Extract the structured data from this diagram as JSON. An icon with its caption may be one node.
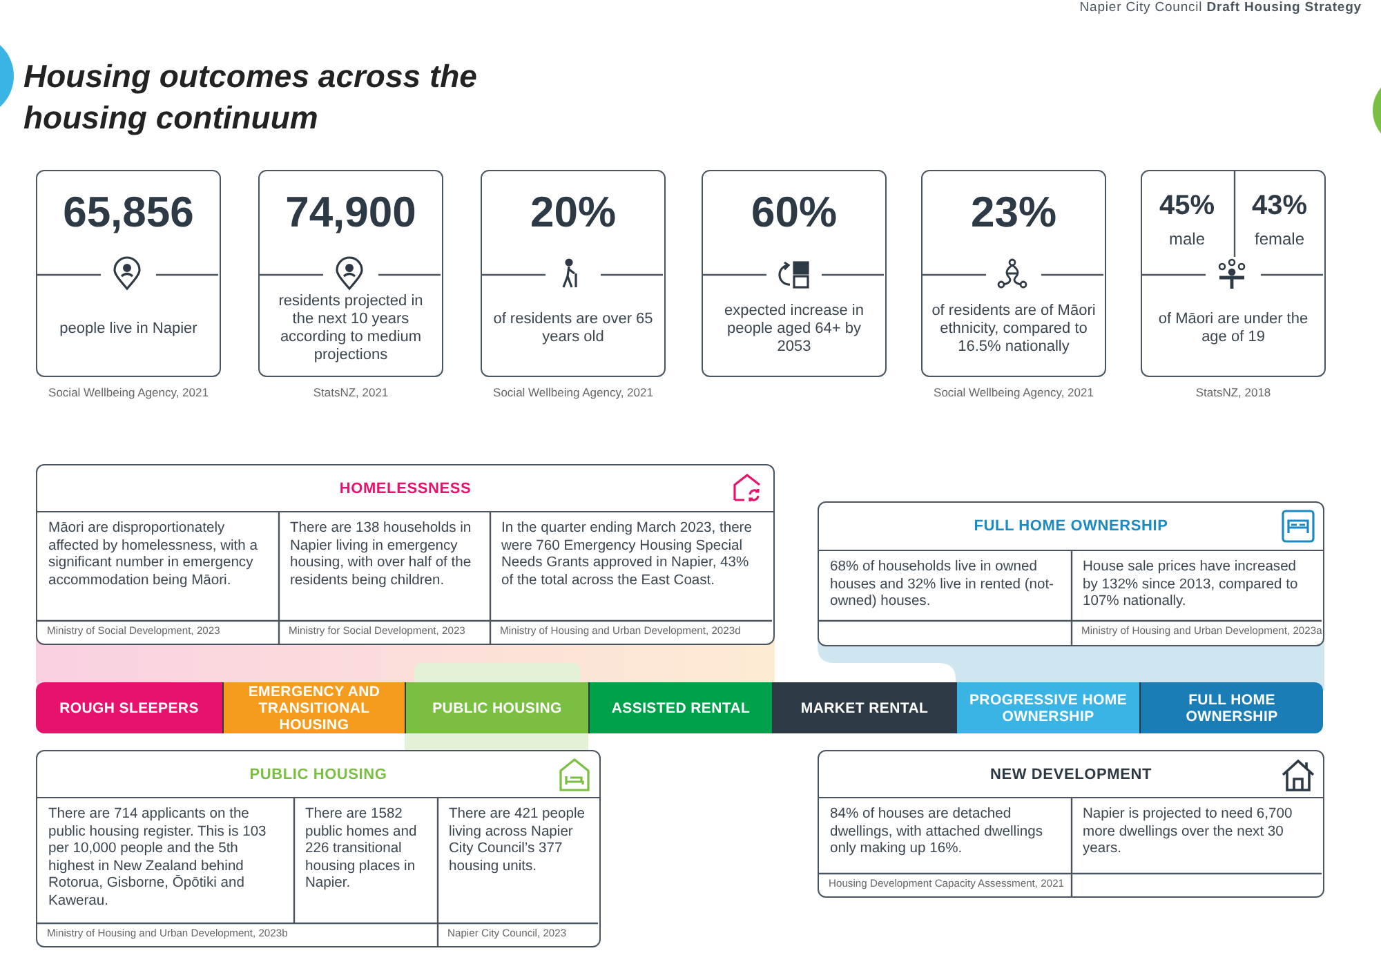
{
  "diagram": {
    "title": "Housing outcomes across the housing continuum",
    "nodes": [
      {
        "text": [
          "65,856",
          "people live in Napier"
        ],
        "beside": [
          "Social Wellbeing Agency, 2021"
        ]
      },
      {
        "text": [
          "74,900",
          "residents projected in the next 10 years according to medium projections"
        ],
        "beside": [
          "StatsNZ, 2021"
        ]
      },
      {
        "text": [
          "20%",
          "of residents are over 65 years old"
        ],
        "beside": [
          "Social Wellbeing Agency, 2021"
        ]
      },
      {
        "text": [
          "60%",
          "expected increase in people aged 64+ by 2053"
        ]
      },
      {
        "text": [
          "23%",
          "of residents are of Māori ethnicity, compared to 16.5% nationally"
        ],
        "beside": [
          "Social Wellbeing Agency, 2021"
        ]
      },
      {
        "text": [
          "45%",
          "male",
          "43%",
          "female",
          "of Māori are under the age of 19"
        ],
        "beside": [
          "StatsNZ, 2018"
        ]
      },
      {
        "text": [
          "HOMELESSNESS",
          "Māori are disproportionately affected by homelessness, with a significant number in emergency accommodation being Māori.",
          "There are 138 households in Napier living in emergency housing, with over half of the residents being children.",
          "In the quarter ending March 2023, there were 760 Emergency Housing Special Needs Grants approved in Napier, 43% of the total across the East Coast.",
          "Ministry of Social Development, 2023",
          "Ministry for Social Development, 2023",
          "Ministry of Housing and Urban Development, 2023d"
        ]
      },
      {
        "text": [
          "FULL HOME OWNERSHIP",
          "68% of households live in owned houses and 32% live in rented (not-owned) houses.",
          "House sale prices have increased by 132% since 2013, compared to 107% nationally.",
          "Ministry of Housing and Urban Development, 2023a"
        ]
      },
      {
        "text": [
          "ROUGH SLEEPERS"
        ]
      },
      {
        "text": [
          "EMERGENCY AND TRANSITIONAL HOUSING"
        ]
      },
      {
        "text": [
          "PUBLIC HOUSING"
        ]
      },
      {
        "text": [
          "ASSISTED RENTAL"
        ]
      },
      {
        "text": [
          "MARKET RENTAL"
        ]
      },
      {
        "text": [
          "PROGRESSIVE HOME OWNERSHIP"
        ]
      },
      {
        "text": [
          "FULL HOME OWNERSHIP"
        ]
      },
      {
        "text": [
          "PUBLIC HOUSING",
          "There are 714 applicants on the public housing register. This is 103 per 10,000 people and the 5th highest in New Zealand behind Rotorua, Gisborne, Ōpōtiki and Kawerau.",
          "There are 1582 public homes and 226 transitional housing places in Napier.",
          "There are 421 people living across Napier City Council’s 377 housing units.",
          "Ministry of Housing and Urban Development, 2023b",
          "Napier City Council, 2023"
        ]
      },
      {
        "text": [
          "NEW DEVELOPMENT",
          "84% of houses are detached dwellings, with attached dwellings only making up 16%.",
          "Napier is projected to need 6,700 more dwellings over the next 30 years.",
          "Housing Development Capacity Assessment, 2021"
        ]
      }
    ],
    "labels": [
      "Napier City Council **Draft Housing Strategy**"
    ]
  }
}
